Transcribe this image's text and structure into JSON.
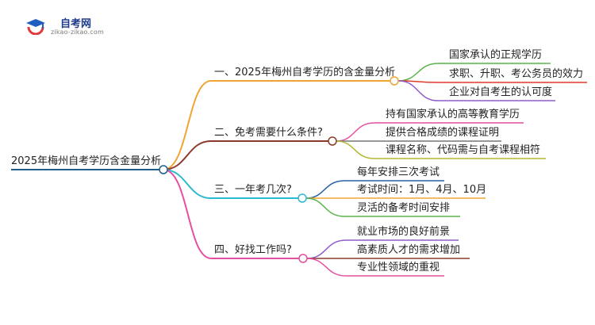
{
  "logo": {
    "name": "自考网",
    "url": "zikao-zikao.com"
  },
  "root": {
    "label": "2025年梅州自考学历含金量分析",
    "color": "#1f5f8b"
  },
  "branches": [
    {
      "label": "一、2025年梅州自考学历的含金量分析",
      "color": "#f0a533",
      "children": [
        {
          "label": "国家承认的正规学历",
          "color": "#5ab44a"
        },
        {
          "label": "求职、升职、考公务员的效力",
          "color": "#e0392b"
        },
        {
          "label": "企业对自考生的认可度",
          "color": "#8e5bc8"
        }
      ]
    },
    {
      "label": "二、免考需要什么条件?",
      "color": "#8b3a2b",
      "children": [
        {
          "label": "持有国家承认的高等教育学历",
          "color": "#e64fa0"
        },
        {
          "label": "提供合格成绩的课程证明",
          "color": "#777777"
        },
        {
          "label": "课程名称、代码需与自考课程相符",
          "color": "#b5b832"
        }
      ]
    },
    {
      "label": "三、一年考几次?",
      "color": "#2bbad0",
      "children": [
        {
          "label": "每年安排三次考试",
          "color": "#2a62a8"
        },
        {
          "label": "考试时间：1月、4月、10月",
          "color": "#f0a533"
        },
        {
          "label": "灵活的备考时间安排",
          "color": "#5ab44a"
        }
      ]
    },
    {
      "label": "四、好找工作吗?",
      "color": "#e64fa0",
      "children": [
        {
          "label": "就业市场的良好前景",
          "color": "#8e5bc8"
        },
        {
          "label": "高素质人才的需求增加",
          "color": "#8b3a2b"
        },
        {
          "label": "专业性领域的重视",
          "color": "#e64fa0"
        }
      ]
    }
  ]
}
